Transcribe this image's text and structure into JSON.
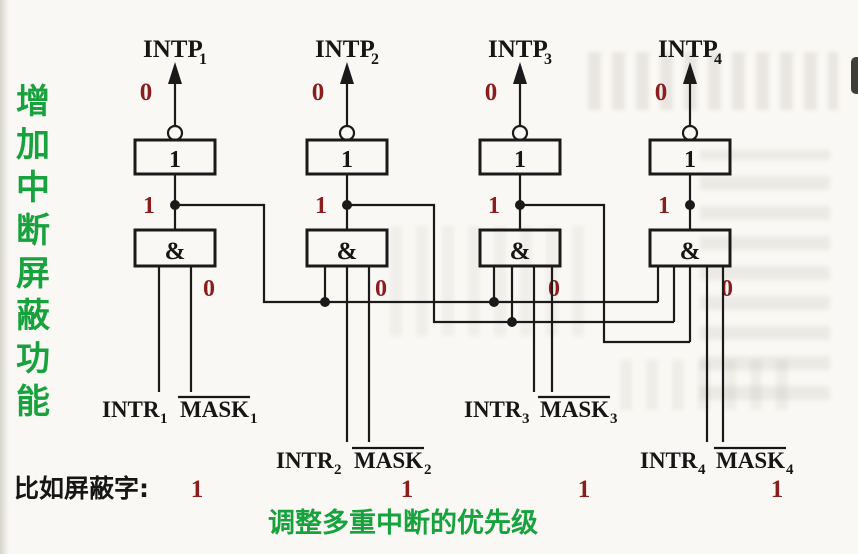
{
  "colors": {
    "line": "#1a1a1a",
    "text": "#161616",
    "red": "#8a1e1e",
    "green": "#17a23e",
    "background": "#faf8f4"
  },
  "left_caption": {
    "text": "增加中断屏蔽功能",
    "chars": [
      "增",
      "加",
      "中",
      "断",
      "屏",
      "蔽",
      "功",
      "能"
    ]
  },
  "gates": {
    "inverter": "1",
    "and": "&"
  },
  "channels": [
    {
      "name": "INTP",
      "index": "1",
      "output_value": "0",
      "node_value": "1",
      "and_value": "0",
      "intr": "INTR",
      "intr_index": "1",
      "mask": "MASK",
      "mask_index": "1"
    },
    {
      "name": "INTP",
      "index": "2",
      "output_value": "0",
      "node_value": "1",
      "and_value": "0",
      "intr": "INTR",
      "intr_index": "2",
      "mask": "MASK",
      "mask_index": "2"
    },
    {
      "name": "INTP",
      "index": "3",
      "output_value": "0",
      "node_value": "1",
      "and_value": "0",
      "intr": "INTR",
      "intr_index": "3",
      "mask": "MASK",
      "mask_index": "3"
    },
    {
      "name": "INTP",
      "index": "4",
      "output_value": "0",
      "node_value": "1",
      "and_value": "0",
      "intr": "INTR",
      "intr_index": "4",
      "mask": "MASK",
      "mask_index": "4"
    }
  ],
  "bottom": {
    "mask_word_label": "比如屏蔽字:",
    "mask_word_bits": [
      "1",
      "1",
      "1",
      "1"
    ],
    "caption": "调整多重中断的优先级"
  }
}
